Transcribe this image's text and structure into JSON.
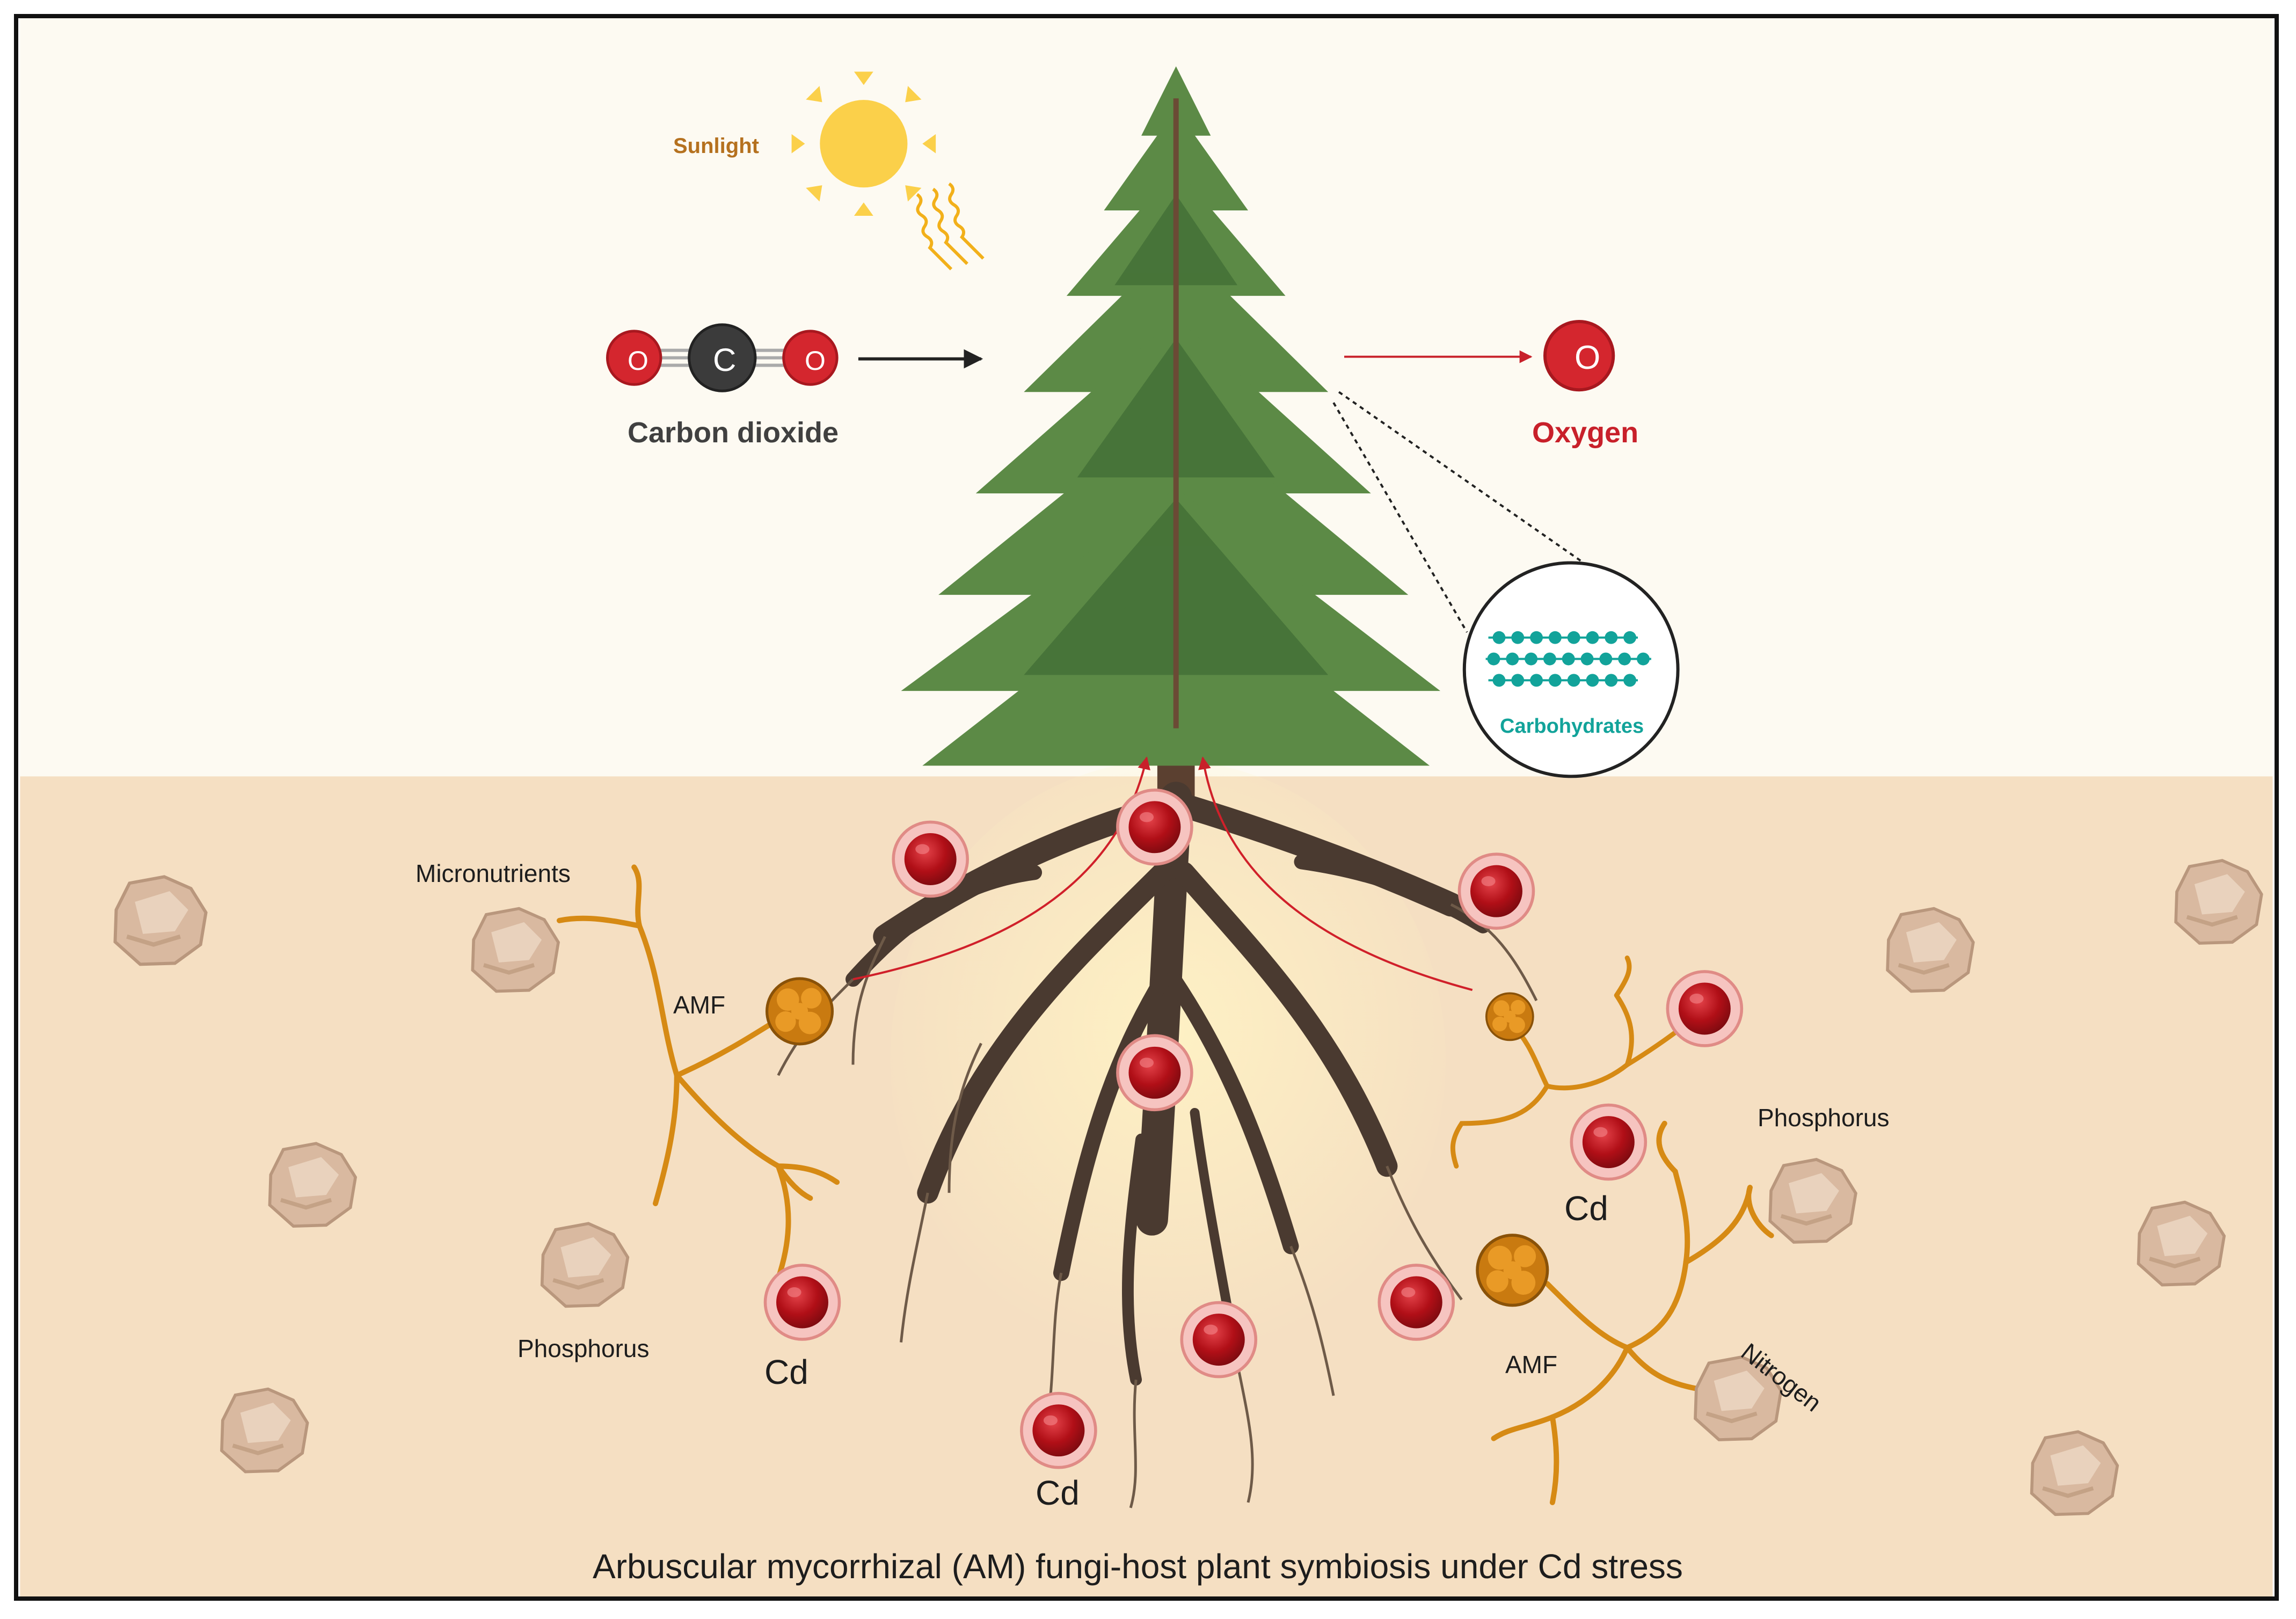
{
  "labels": {
    "sunlight": "Sunlight",
    "carbon_dioxide": "Carbon dioxide",
    "oxygen": "Oxygen",
    "carbohydrates": "Carbohydrates",
    "micronutrients": "Micronutrients",
    "amf": "AMF",
    "phosphorus": "Phosphorus",
    "nitrogen": "Nitrogen",
    "cd": "Cd",
    "atom_o": "O",
    "atom_c": "C"
  },
  "title": "Arbuscular mycorrhizal (AM) fungi-host plant symbiosis under Cd stress",
  "colors": {
    "sky": "#fdfaf2",
    "soil": "#f5dfc2",
    "foliage": "#5c8a46",
    "root": "#4a3a30",
    "hyphae": "#d68a14",
    "cadmium": "#c0141c",
    "carbohydrate": "#12a39a",
    "sun": "#fbd04a"
  },
  "icons": [
    "sun-icon",
    "tree-icon",
    "co2-molecule-icon",
    "oxygen-atom-icon",
    "carbohydrate-chain-icon",
    "soil-particle-icon",
    "fungal-spore-icon",
    "cadmium-ion-icon"
  ]
}
